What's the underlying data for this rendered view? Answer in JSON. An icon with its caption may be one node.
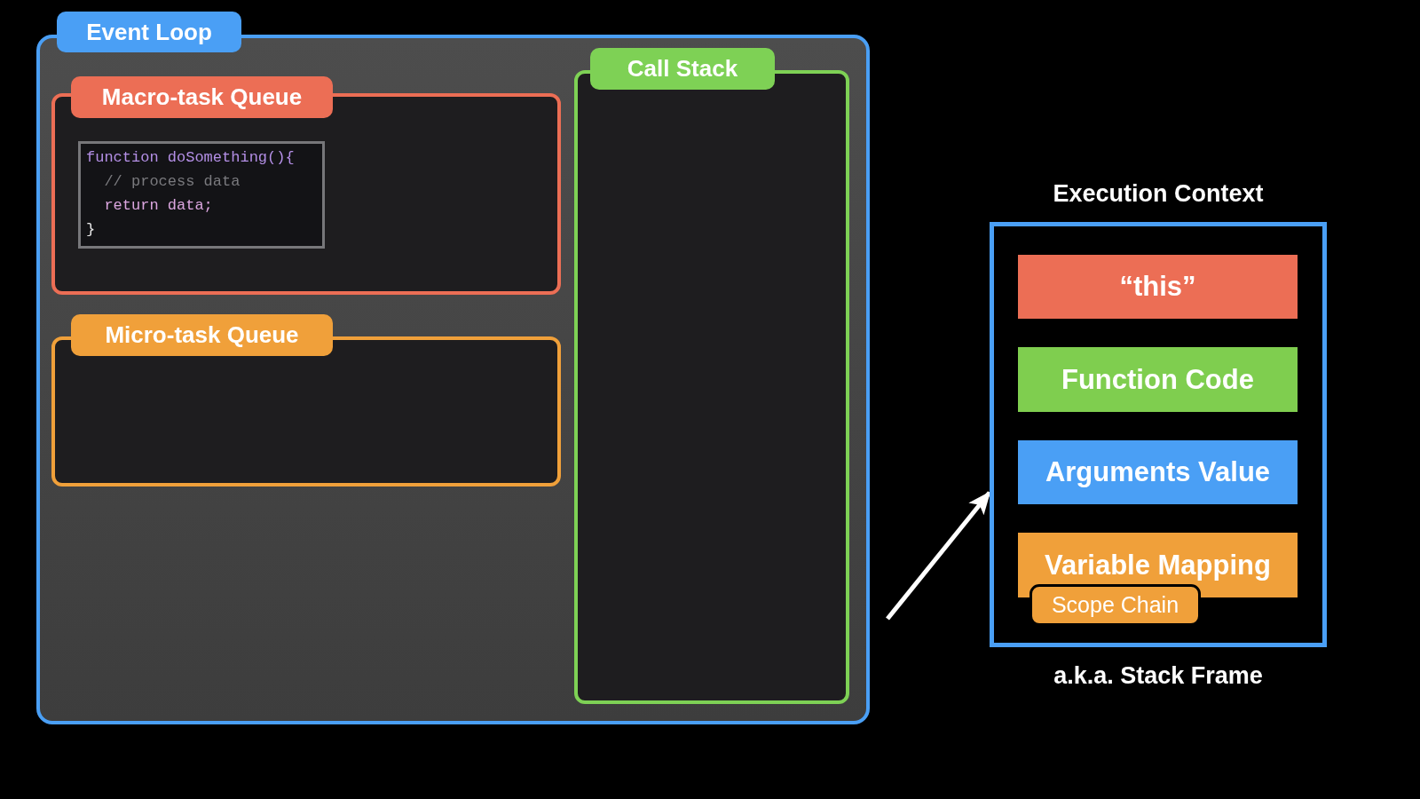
{
  "diagram": {
    "nodes": [
      {
        "text": [
          "Event Loop"
        ]
      },
      {
        "text": [
          "Macro-task Queue"
        ],
        "in": 0
      },
      {
        "text": [
          "function doSomething(){",
          "// process data",
          "return data;",
          "}"
        ],
        "in": 1
      },
      {
        "text": [
          "Micro-task Queue"
        ],
        "in": 0
      },
      {
        "text": [
          "Call Stack"
        ],
        "in": 0
      },
      {
        "text": [
          "Execution Context"
        ],
        "beside": [
          "a.k.a. Stack Frame"
        ]
      },
      {
        "text": [
          "“this”"
        ],
        "in": 5
      },
      {
        "text": [
          "Function Code"
        ],
        "in": 5
      },
      {
        "text": [
          "Arguments Value"
        ],
        "in": 5
      },
      {
        "text": [
          "Variable Mapping"
        ],
        "in": 5
      },
      {
        "text": [
          "Scope Chain"
        ],
        "in": 5
      }
    ],
    "edges": [
      {
        "from": null,
        "to": 5,
        "arrow": "to"
      }
    ]
  }
}
